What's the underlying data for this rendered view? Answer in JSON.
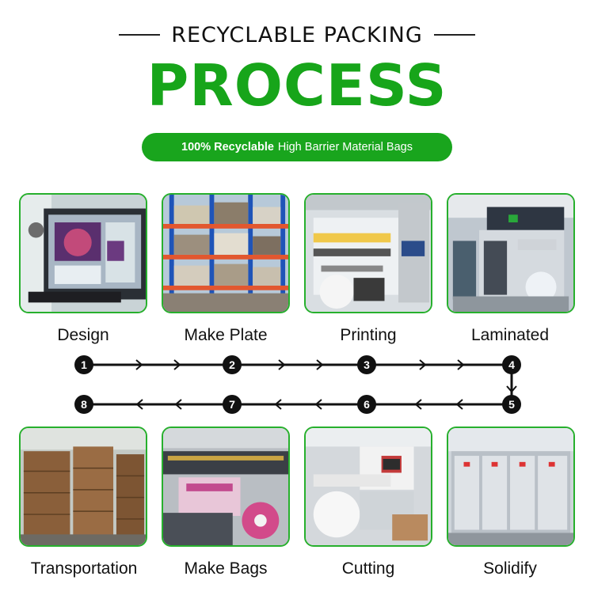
{
  "header": {
    "subtitle": "RECYCLABLE PACKING",
    "title": "PROCESS",
    "tagline": {
      "bold": "100% Recyclable",
      "rest": "High Barrier Material Bags"
    }
  },
  "steps": [
    {
      "number": "1",
      "label": "Design",
      "icon": "design-photo"
    },
    {
      "number": "2",
      "label": "Make Plate",
      "icon": "make-plate-photo"
    },
    {
      "number": "3",
      "label": "Printing",
      "icon": "printing-photo"
    },
    {
      "number": "4",
      "label": "Laminated",
      "icon": "laminated-photo"
    },
    {
      "number": "5",
      "label": "Solidify",
      "icon": "solidify-photo"
    },
    {
      "number": "6",
      "label": "Cutting",
      "icon": "cutting-photo"
    },
    {
      "number": "7",
      "label": "Make Bags",
      "icon": "make-bags-photo"
    },
    {
      "number": "8",
      "label": "Transportation",
      "icon": "transportation-photo"
    }
  ],
  "colors": {
    "brand_green": "#17a51a",
    "card_border": "#27b02d",
    "timeline": "#111111"
  }
}
